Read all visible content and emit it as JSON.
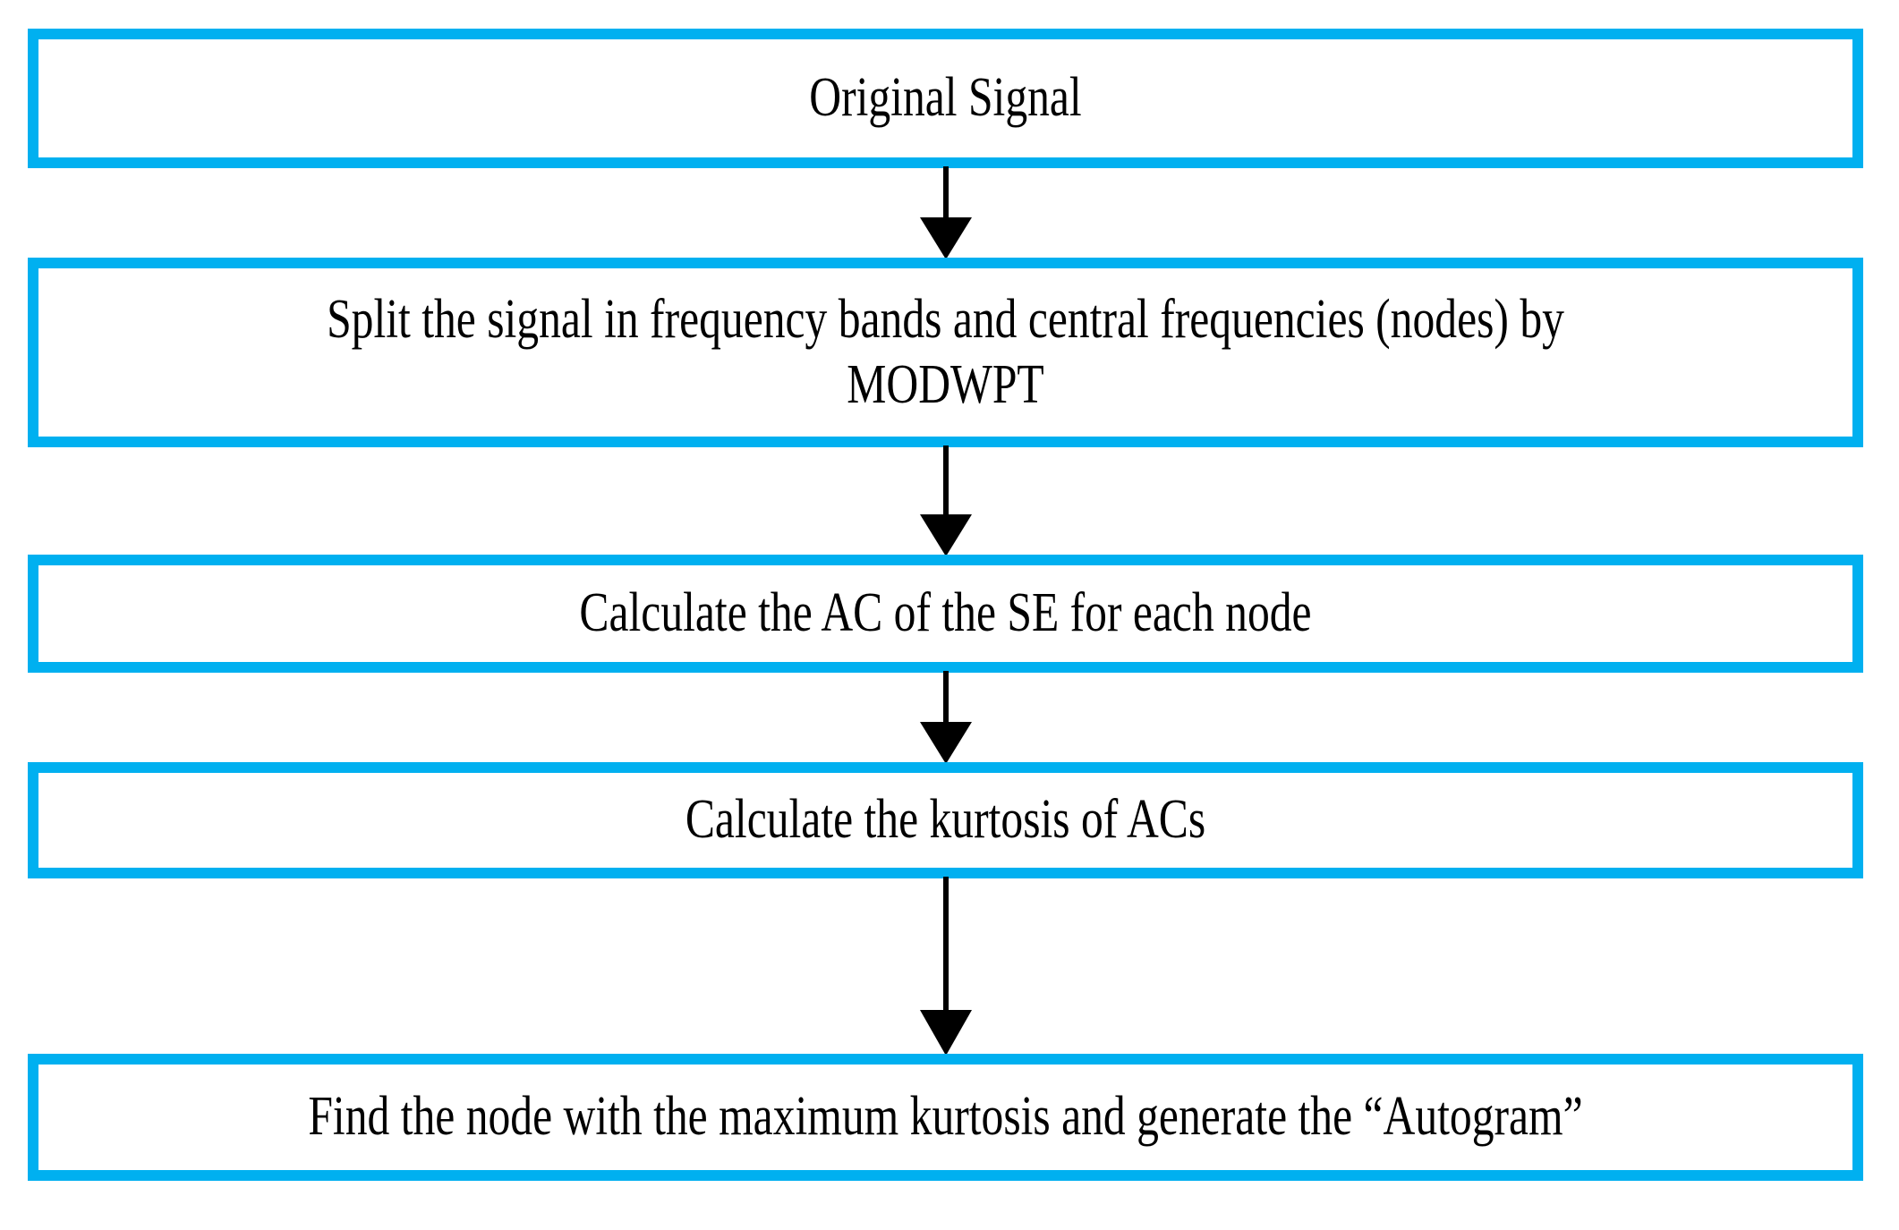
{
  "diagram": {
    "title": "Autogram computation flowchart",
    "accent_color": "#00b0f0",
    "text_color": "#000000",
    "background_color": "#ffffff",
    "arrow_color": "#000000",
    "steps": [
      {
        "id": "step-1",
        "label": "Original Signal"
      },
      {
        "id": "step-2",
        "label": "Split the signal in frequency bands and central frequencies (nodes) by\nMODWPT"
      },
      {
        "id": "step-3",
        "label": "Calculate the AC of the SE for each node"
      },
      {
        "id": "step-4",
        "label": "Calculate the kurtosis of ACs"
      },
      {
        "id": "step-5",
        "label": "Find the node with the maximum kurtosis and generate the “Autogram”"
      }
    ],
    "connectors": [
      {
        "id": "arrow-1",
        "from": "step-1",
        "to": "step-2",
        "direction": "down"
      },
      {
        "id": "arrow-2",
        "from": "step-2",
        "to": "step-3",
        "direction": "down"
      },
      {
        "id": "arrow-3",
        "from": "step-3",
        "to": "step-4",
        "direction": "down"
      },
      {
        "id": "arrow-4",
        "from": "step-4",
        "to": "step-5",
        "direction": "down"
      }
    ]
  }
}
